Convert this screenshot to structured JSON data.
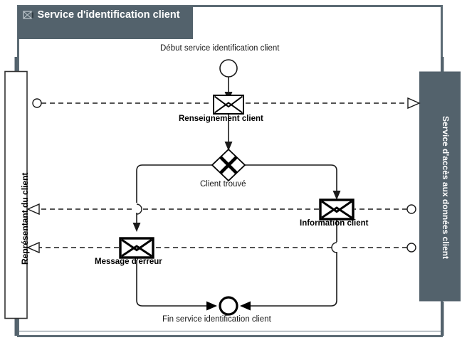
{
  "diagram": {
    "type": "bpmn-collaboration",
    "banner": {
      "title": "Service d'identification client",
      "icon": "message-service-icon"
    },
    "pools": [
      {
        "id": "left",
        "label": "Représentant du client",
        "fill": "#ffffff",
        "text_color": "#000000"
      },
      {
        "id": "right",
        "label": "Service d'accès aux données client",
        "fill": "#53626c",
        "text_color": "#ffffff"
      }
    ],
    "events": [
      {
        "id": "start",
        "kind": "start-event",
        "label": "Début service identification client"
      },
      {
        "id": "end",
        "kind": "end-event",
        "label": "Fin service identification client"
      }
    ],
    "gateways": [
      {
        "id": "gw1",
        "kind": "exclusive-gateway",
        "label": "Client trouvé"
      }
    ],
    "tasks": [
      {
        "id": "t1",
        "kind": "receive-task",
        "label": "Renseignement client"
      },
      {
        "id": "t2",
        "kind": "send-task",
        "label": "Information client"
      },
      {
        "id": "t3",
        "kind": "send-task",
        "label": "Message d'erreur"
      }
    ],
    "colors": {
      "slate": "#53626c",
      "frame": "#5c6b74",
      "stroke": "#000000",
      "text_muted": "#1a1a1a",
      "background": "#ffffff"
    }
  }
}
